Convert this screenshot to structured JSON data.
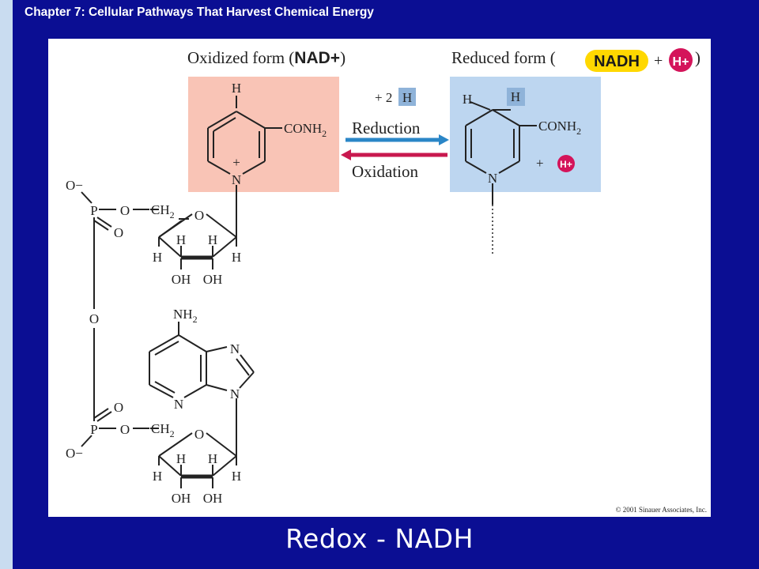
{
  "header": {
    "chapter_title": "Chapter 7: Cellular Pathways That Harvest Chemical Energy"
  },
  "diagram": {
    "oxidized_prefix": "Oxidized form (",
    "oxidized_name": "NAD+",
    "oxidized_suffix": ")",
    "reduced_prefix": "Reduced form (",
    "reduced_name": "NADH",
    "plus": "+",
    "proton": "H+",
    "reduced_suffix": ")",
    "plus_two": "+ 2",
    "h": "H",
    "reduction_label": "Reduction",
    "oxidation_label": "Oxidation",
    "atoms": {
      "H": "H",
      "N": "N",
      "O": "O",
      "P": "P",
      "CONH": "CONH",
      "CH": "CH",
      "NH": "NH",
      "sub2": "2",
      "OH": "OH",
      "Ominus": "O−",
      "plus": "+"
    },
    "copyright": "© 2001 Sinauer Associates, Inc.",
    "colors": {
      "oxidized_box": "#f9c4b6",
      "reduced_box": "#bdd6f0",
      "h_tag": "#8fb3d9",
      "nadh_badge": "#ffd800",
      "proton_badge": "#d4145a",
      "reduction_arrow": "#2a86c7",
      "oxidation_arrow": "#c8194f"
    }
  },
  "slide_title": "Redox - NADH"
}
